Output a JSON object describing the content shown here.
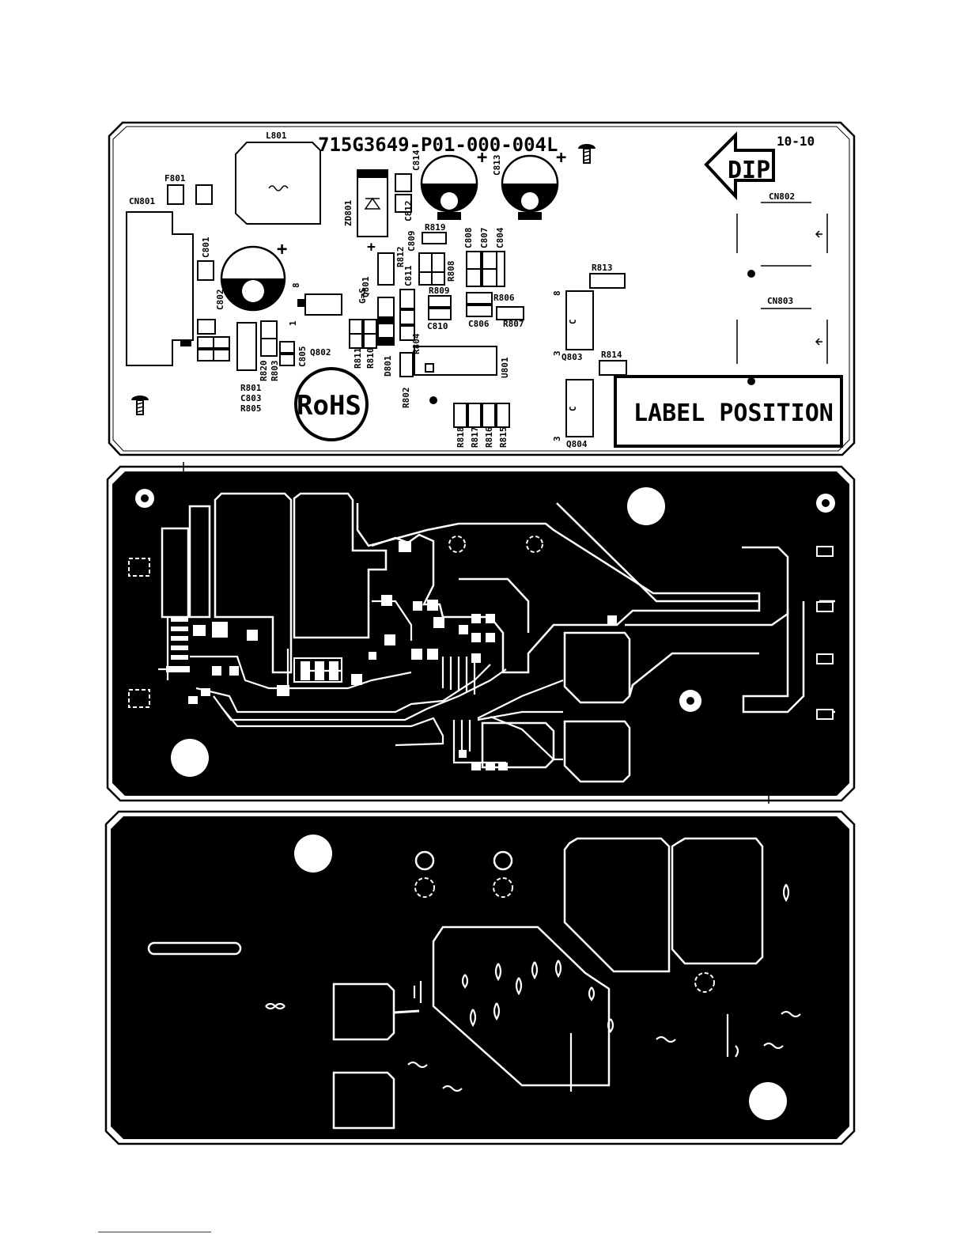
{
  "board": {
    "part_number": "715G3649-P01-000-004L",
    "revision": "10-10",
    "dip_mark": "DIP",
    "label_area": "LABEL POSITION",
    "rohs_mark": "RoHS"
  },
  "components": {
    "L801": "L801",
    "F801": "F801",
    "CN801": "CN801",
    "CN802": "CN802",
    "CN803": "CN803",
    "C801": "C801",
    "C802": "C802",
    "C803": "C803",
    "C804": "C804",
    "C805": "C805",
    "C806": "C806",
    "C807": "C807",
    "C808": "C808",
    "C809": "C809",
    "C810": "C810",
    "C811": "C811",
    "C812": "C812",
    "C813": "C813",
    "C814": "C814",
    "R801": "R801",
    "R802": "R802",
    "R803": "R803",
    "R804": "R804",
    "R805": "R805",
    "R806": "R806",
    "R807": "R807",
    "R808": "R808",
    "R809": "R809",
    "R810": "R810",
    "R811": "R811",
    "R812": "R812",
    "R813": "R813",
    "R814": "R814",
    "R815": "R815",
    "R816": "R816",
    "R817": "R817",
    "R818": "R818",
    "R819": "R819",
    "R820": "R820",
    "Q801": "Q801",
    "Q802": "Q802",
    "Q803": "Q803",
    "Q804": "Q804",
    "ZD801": "ZD801",
    "D801": "D801",
    "U801": "U801",
    "gs_mark": "G=S",
    "pin8": "8",
    "pin1": "1",
    "pin3": "3",
    "pinC": "C",
    "plus": "+"
  }
}
